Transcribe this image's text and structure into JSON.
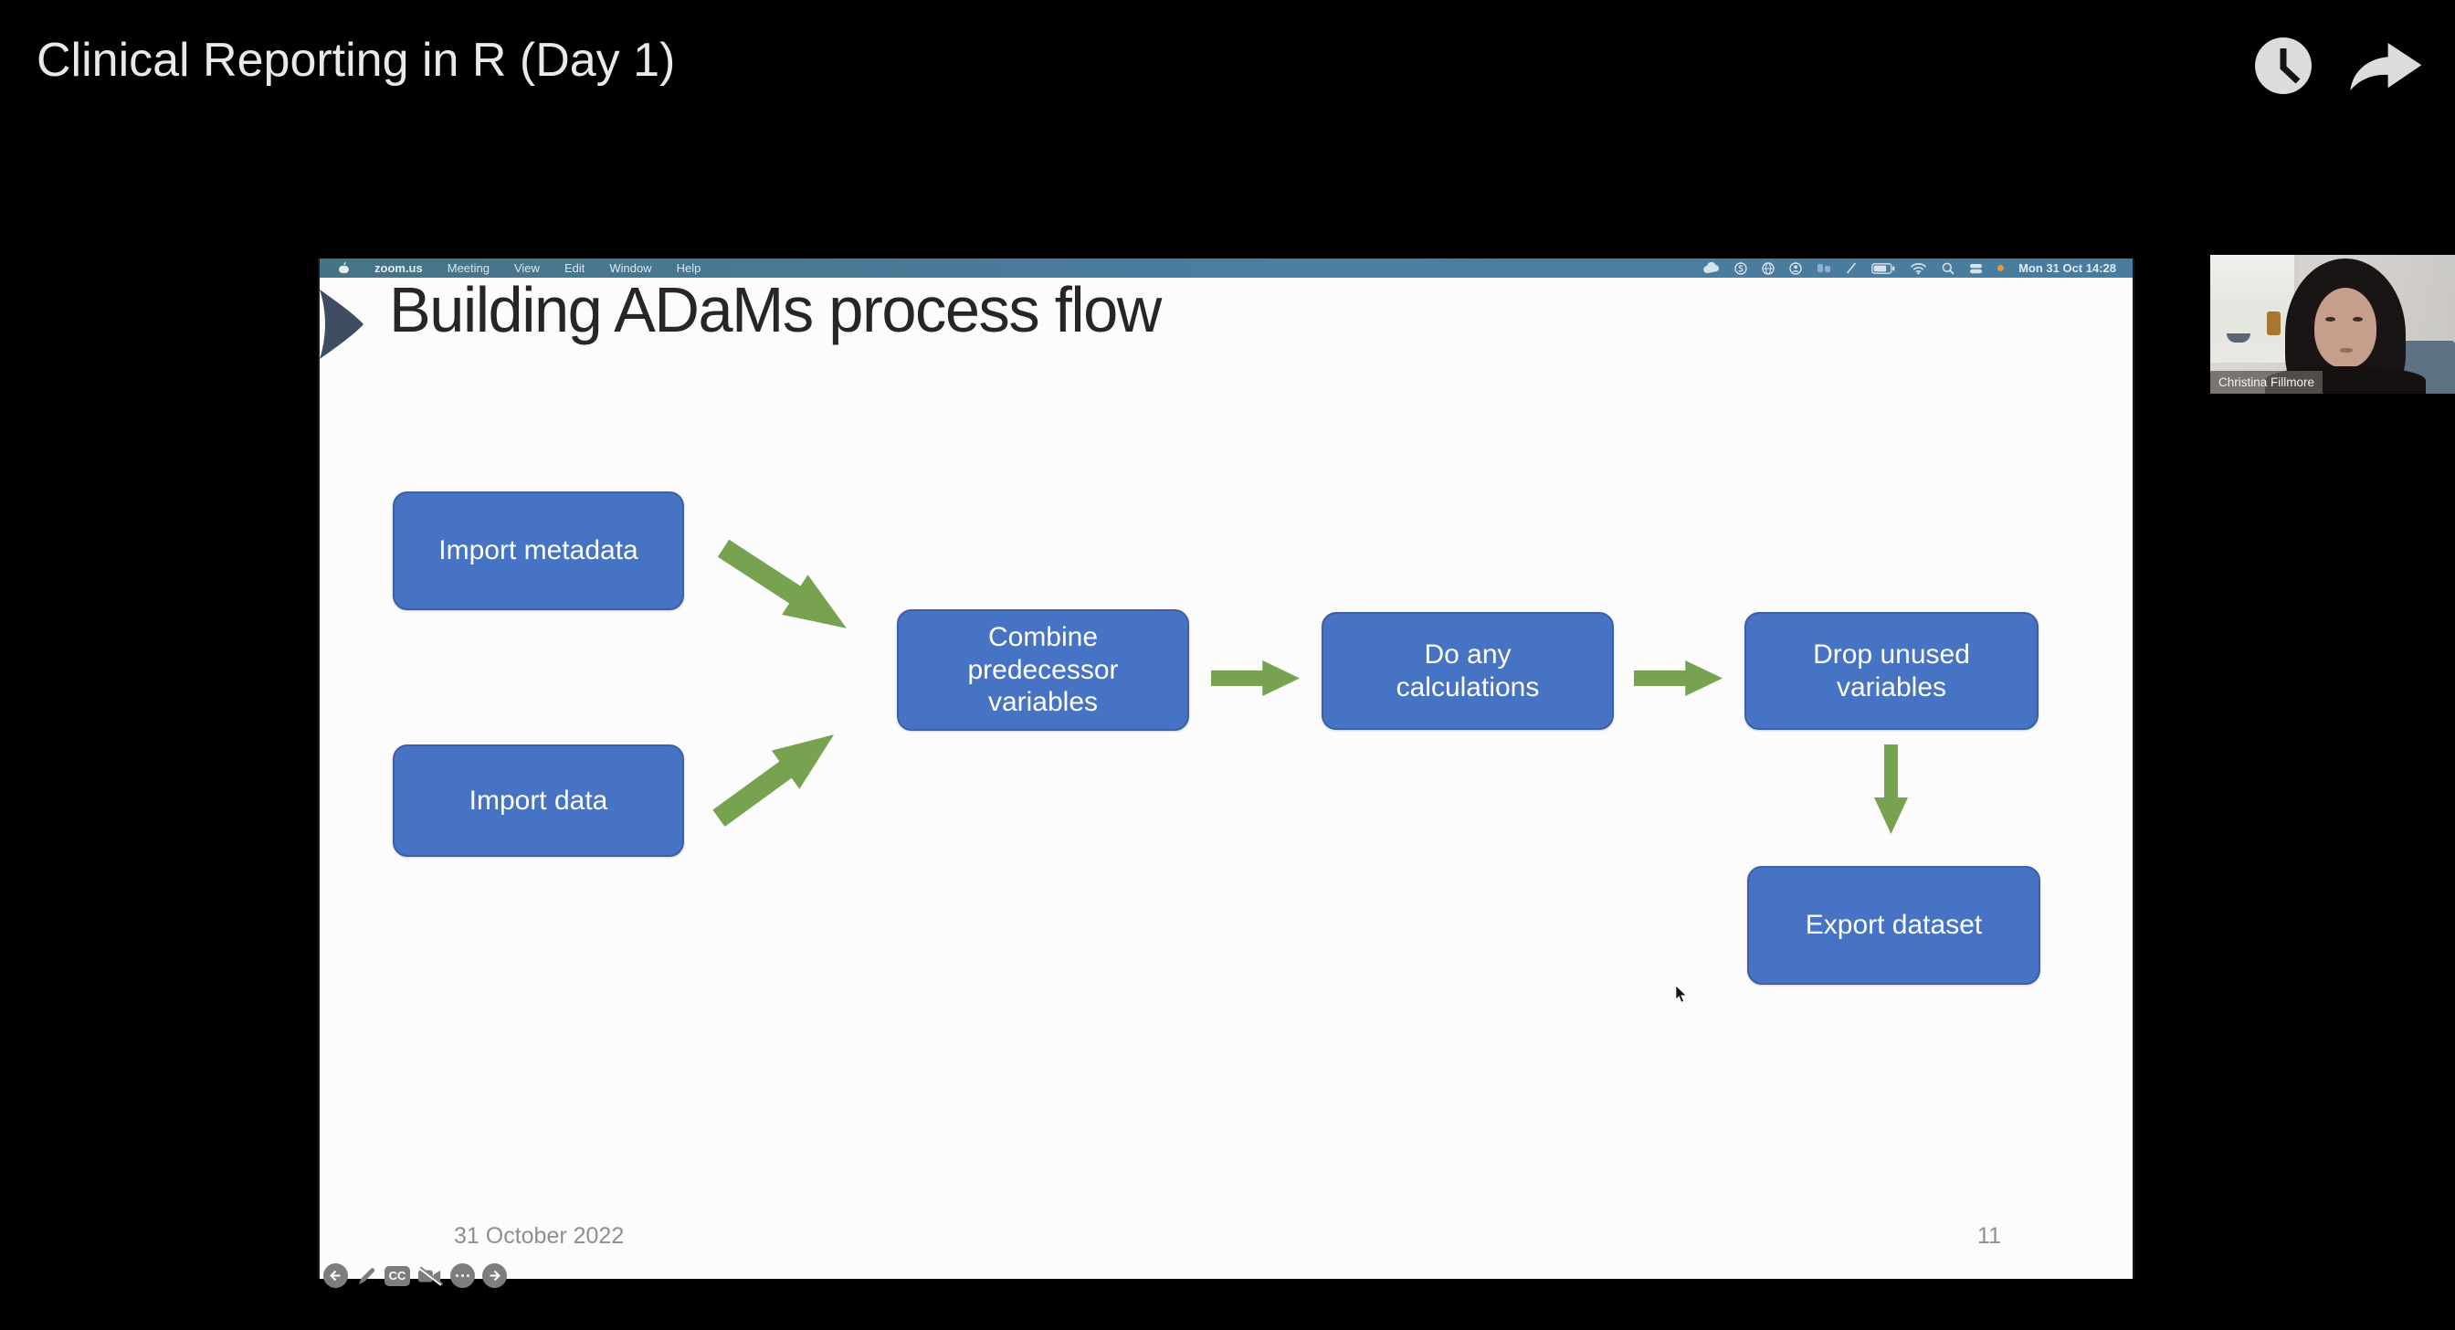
{
  "header": {
    "title": "Clinical Reporting in R (Day 1)"
  },
  "player": {
    "icons": [
      "clock-icon",
      "share-icon"
    ]
  },
  "video": {
    "menubar": {
      "apple_icon": "apple-logo-icon",
      "items": [
        "zoom.us",
        "Meeting",
        "View",
        "Edit",
        "Window",
        "Help"
      ],
      "status_icons": [
        "cloud-icon",
        "s-badge-icon",
        "globe-icon",
        "user-circle-icon",
        "location-icon",
        "slash-icon",
        "battery-icon",
        "wifi-icon",
        "search-icon",
        "control-center-icon",
        "notification-dot"
      ],
      "datetime": "Mon 31 Oct 14:28"
    },
    "slide": {
      "title": "Building ADaMs process flow",
      "boxes": [
        {
          "label": "Import metadata"
        },
        {
          "label": "Import data"
        },
        {
          "label": "Combine\npredecessor\nvariables"
        },
        {
          "label": "Do any\ncalculations"
        },
        {
          "label": "Drop unused\nvariables"
        },
        {
          "label": "Export dataset"
        }
      ],
      "footer": {
        "date": "31 October 2022",
        "page": "11"
      }
    },
    "presenter_toolbar": {
      "cc_label": "CC",
      "icons": [
        "prev-slide-icon",
        "pen-icon",
        "captions-icon",
        "camera-off-icon",
        "more-icon",
        "next-slide-icon"
      ]
    },
    "webcam": {
      "name": "Christina Fillmore"
    }
  },
  "colors": {
    "box_blue": "#4673c4",
    "box_border": "#3c5fa8",
    "arrow_green": "#77a351",
    "menubar_blue": "#4b7ea2",
    "accent_dark": "#3e4d61",
    "footer_gray": "#8f8f8f",
    "toolbar_gray": "#7d7d7d",
    "player_bg": "#000000"
  }
}
